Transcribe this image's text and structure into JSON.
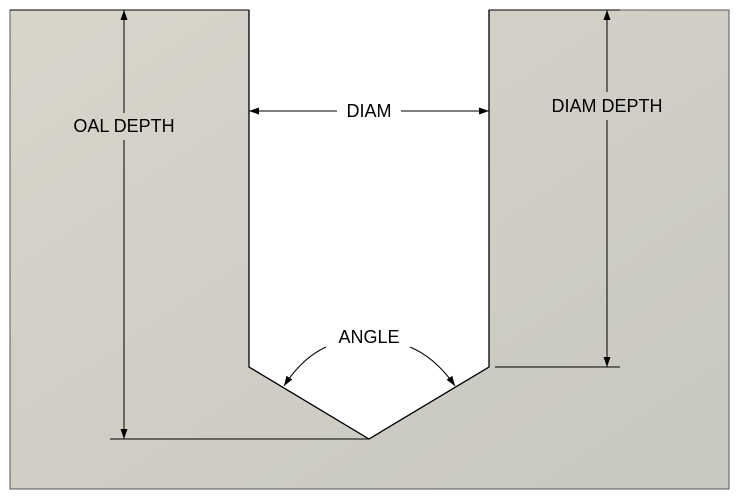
{
  "labels": {
    "oal_depth": "OAL DEPTH",
    "diam": "DIAM",
    "diam_depth": "DIAM DEPTH",
    "angle": "ANGLE"
  },
  "colors": {
    "material_light": "#d6d3c9",
    "material_dark": "#c4c4bc",
    "background": "#ffffff",
    "line": "#000000"
  }
}
